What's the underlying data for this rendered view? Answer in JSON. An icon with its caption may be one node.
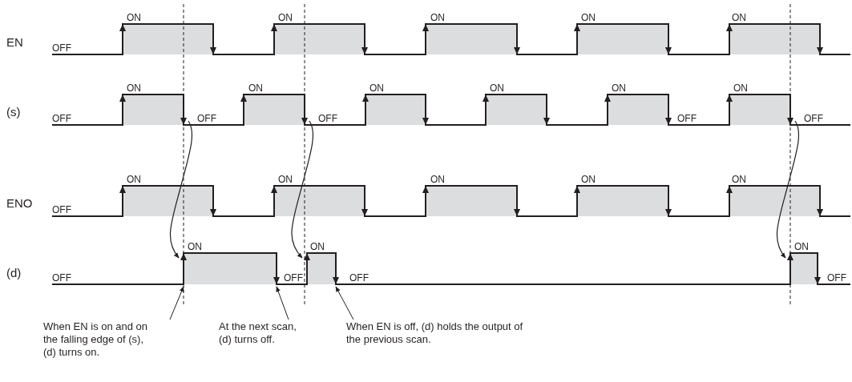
{
  "diagram": {
    "nodes": [
      {
        "text": [
          "When EN is on and on the falling edge of (s), (d) turns on."
        ]
      },
      {
        "text": [
          "At the next scan, (d) turns off."
        ]
      },
      {
        "text": [
          "When EN is off, (d) holds the output of the previous scan."
        ]
      },
      {
        "text": [],
        "shape": "triangle"
      },
      {
        "text": [],
        "shape": "triangle"
      },
      {
        "text": [],
        "shape": "triangle"
      },
      {
        "text": [],
        "shape": "triangle"
      },
      {
        "text": [],
        "shape": "triangle"
      },
      {
        "text": [],
        "shape": "triangle"
      },
      {
        "text": [],
        "shape": "triangle"
      },
      {
        "text": [],
        "shape": "triangle"
      }
    ],
    "edges": [
      {
        "from": 0,
        "to": 6,
        "arrow": "to"
      },
      {
        "from": 1,
        "to": 7,
        "arrow": "to"
      },
      {
        "from": 2,
        "to": 9,
        "arrow": "to"
      },
      {
        "from": 3,
        "to": 6,
        "arrow": "to"
      },
      {
        "from": 4,
        "to": 8,
        "arrow": "to"
      },
      {
        "from": 5,
        "to": 10,
        "arrow": "to"
      }
    ],
    "labels": [
      "EN",
      "OFF",
      "ON",
      "ON",
      "ON",
      "ON",
      "ON",
      "(s)",
      "OFF",
      "ON",
      "OFF",
      "ON",
      "OFF",
      "ON",
      "ON",
      "ON",
      "OFF",
      "ON",
      "OFF",
      "ENO",
      "OFF",
      "ON",
      "ON",
      "ON",
      "ON",
      "ON",
      "(d)",
      "OFF",
      "ON",
      "OFF",
      "ON",
      "OFF",
      "ON",
      "OFF"
    ]
  }
}
